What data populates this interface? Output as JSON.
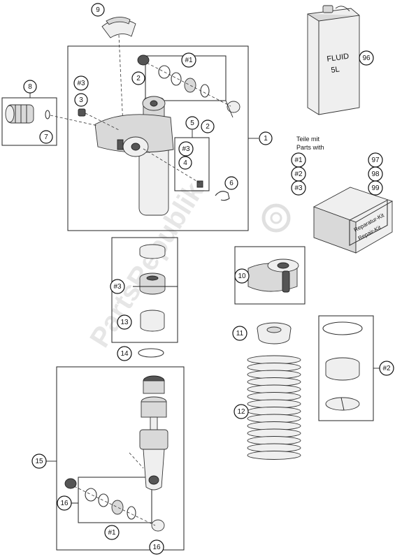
{
  "callouts": [
    {
      "text": "9"
    },
    {
      "text": "#1"
    },
    {
      "text": "2"
    },
    {
      "text": "#3"
    },
    {
      "text": "3"
    },
    {
      "text": "8"
    },
    {
      "text": "7"
    },
    {
      "text": "2"
    },
    {
      "text": "1"
    },
    {
      "text": "5"
    },
    {
      "text": "#3"
    },
    {
      "text": "4"
    },
    {
      "text": "6"
    },
    {
      "text": "96"
    },
    {
      "text": "#1"
    },
    {
      "text": "97"
    },
    {
      "text": "#2"
    },
    {
      "text": "98"
    },
    {
      "text": "#3"
    },
    {
      "text": "99"
    },
    {
      "text": "#3"
    },
    {
      "text": "13"
    },
    {
      "text": "14"
    },
    {
      "text": "10"
    },
    {
      "text": "11"
    },
    {
      "text": "12"
    },
    {
      "text": "#2"
    },
    {
      "text": "15"
    },
    {
      "text": "16"
    },
    {
      "text": "#1"
    },
    {
      "text": "16"
    }
  ],
  "kit_note": {
    "line1": "Teile mit",
    "line2": "Parts with"
  },
  "fluid_can": {
    "line1": "FLUID",
    "line2": "5L"
  },
  "repair_kit": {
    "line1": "Reparatur-Kit",
    "line2": "Repair-Kit"
  },
  "watermark": {
    "text": "PartsRepublik"
  }
}
